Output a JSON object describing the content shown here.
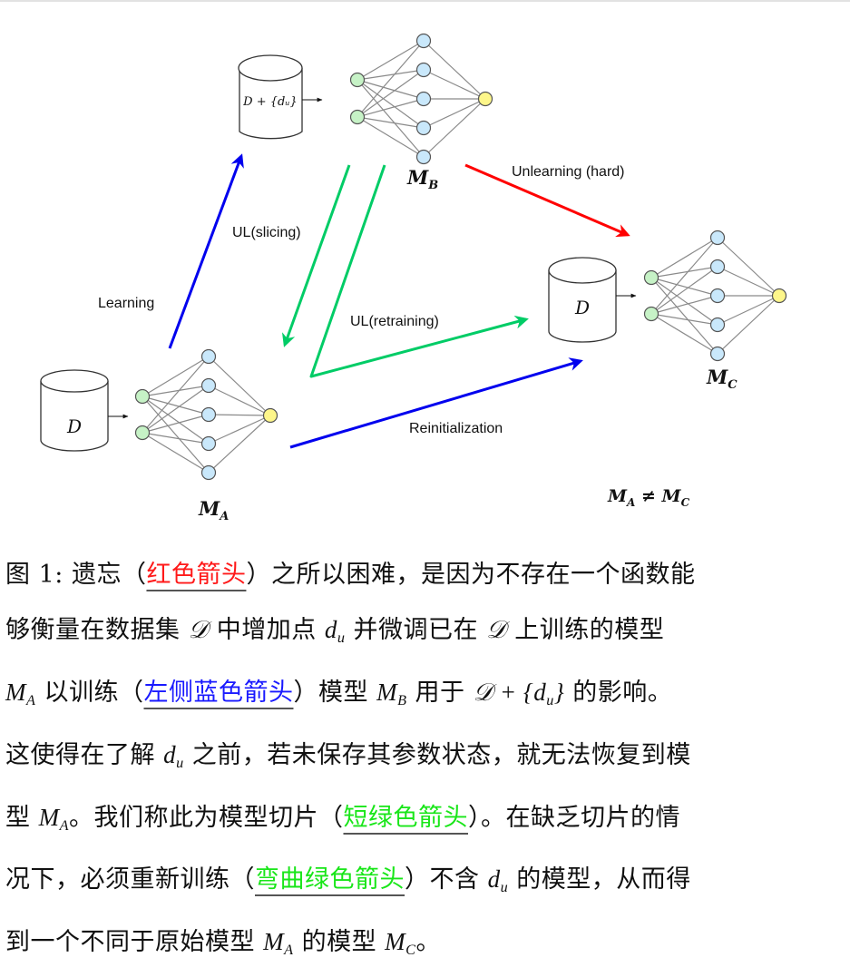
{
  "figure": {
    "arrow_labels": {
      "learning": "Learning",
      "ul_slicing": "UL(slicing)",
      "ul_retraining": "UL(retraining)",
      "unlearning_hard": "Unlearning (hard)",
      "reinitialization": "Reinitialization"
    },
    "datasets": {
      "a": "D",
      "b": "D + {dᵤ}",
      "c": "D"
    },
    "models": {
      "a": {
        "label": "M",
        "sub": "A"
      },
      "b": {
        "label": "M",
        "sub": "B"
      },
      "c": {
        "label": "M",
        "sub": "C"
      }
    },
    "inequality": {
      "left": "M",
      "left_sub": "A",
      "op": " ≠ ",
      "right": "M",
      "right_sub": "C"
    },
    "colors": {
      "blue_arrow": "#0000ee",
      "green_arrow": "#00cc66",
      "red_arrow": "#ff0000",
      "input_node": "#c6f2c6",
      "hidden_node": "#c9e8fb",
      "output_node": "#fdf68a"
    }
  },
  "caption": {
    "prefix": "图 1: ",
    "lines": [
      [
        {
          "t": "遗忘（"
        },
        {
          "t": "红色箭头",
          "ref": "red"
        },
        {
          "t": "）之所以困难，是因为不存在一个函数能"
        }
      ],
      [
        {
          "t": "够衡量在数据集 "
        },
        {
          "m": "𝒟"
        },
        {
          "t": " 中增加点 "
        },
        {
          "m": "d",
          "sub": "u"
        },
        {
          "t": " 并微调已在 "
        },
        {
          "m": "𝒟"
        },
        {
          "t": " 上训练的模型"
        }
      ],
      [
        {
          "m": "M",
          "sub": "A"
        },
        {
          "t": " 以训练（"
        },
        {
          "t": "左侧蓝色箭头",
          "ref": "blue"
        },
        {
          "t": "）模型 "
        },
        {
          "m": "M",
          "sub": "B"
        },
        {
          "t": " 用于 "
        },
        {
          "m": "𝒟 + {d",
          "sub": "u",
          "after": "}"
        },
        {
          "t": " 的影响。"
        }
      ],
      [
        {
          "t": "这使得在了解 "
        },
        {
          "m": "d",
          "sub": "u"
        },
        {
          "t": " 之前，若未保存其参数状态，就无法恢复到模"
        }
      ],
      [
        {
          "t": "型 "
        },
        {
          "m": "M",
          "sub": "A"
        },
        {
          "t": "。我们称此为模型切片（"
        },
        {
          "t": "短绿色箭头",
          "ref": "green"
        },
        {
          "t": "）。在缺乏切片的情"
        }
      ],
      [
        {
          "t": "况下，必须重新训练（"
        },
        {
          "t": "弯曲绿色箭头",
          "ref": "green"
        },
        {
          "t": "）不含 "
        },
        {
          "m": "d",
          "sub": "u"
        },
        {
          "t": " 的模型，从而得"
        }
      ],
      [
        {
          "t": "到一个不同于原始模型 "
        },
        {
          "m": "M",
          "sub": "A"
        },
        {
          "t": " 的模型 "
        },
        {
          "m": "M",
          "sub": "C"
        },
        {
          "t": "。"
        }
      ]
    ]
  }
}
